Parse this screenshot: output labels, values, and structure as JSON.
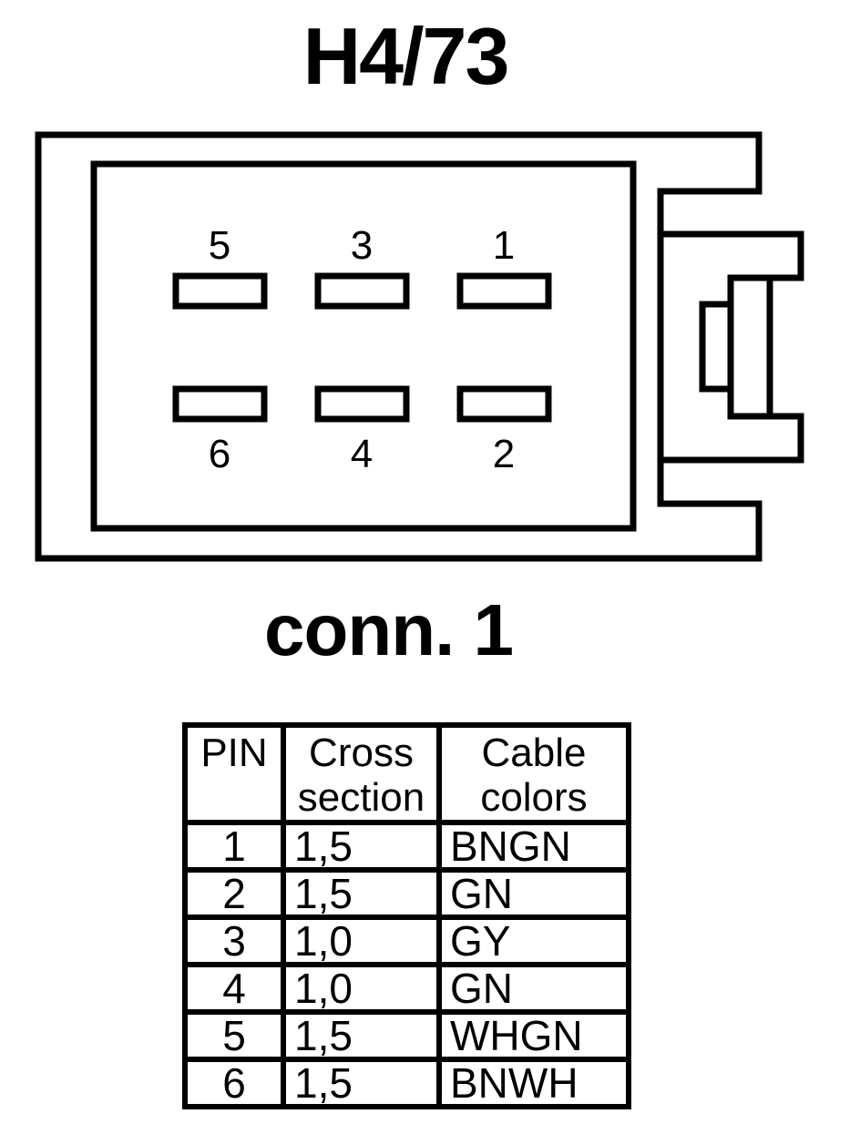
{
  "colors": {
    "ink": "#000000",
    "background": "#ffffff"
  },
  "header": {
    "title": "H4/73"
  },
  "connector": {
    "caption": "conn. 1",
    "pin_labels": {
      "top_row": [
        "5",
        "3",
        "1"
      ],
      "bottom_row": [
        "6",
        "4",
        "2"
      ]
    }
  },
  "table": {
    "headers": {
      "pin": "PIN",
      "cross_line1": "Cross",
      "cross_line2": "section",
      "cable_line1": "Cable",
      "cable_line2": "colors"
    },
    "rows": [
      {
        "pin": "1",
        "cross_section": "1,5",
        "cable_colors": "BNGN"
      },
      {
        "pin": "2",
        "cross_section": "1,5",
        "cable_colors": "GN"
      },
      {
        "pin": "3",
        "cross_section": "1,0",
        "cable_colors": "GY"
      },
      {
        "pin": "4",
        "cross_section": "1,0",
        "cable_colors": "GN"
      },
      {
        "pin": "5",
        "cross_section": "1,5",
        "cable_colors": "WHGN"
      },
      {
        "pin": "6",
        "cross_section": "1,5",
        "cable_colors": "BNWH"
      }
    ]
  }
}
